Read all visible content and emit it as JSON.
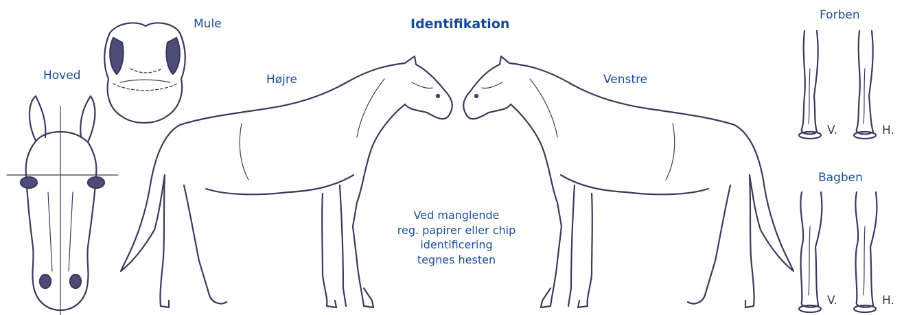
{
  "title": "Identifikation",
  "labels": {
    "head": "Hoved",
    "muzzle": "Mule",
    "right": "Højre",
    "left": "Venstre",
    "front_legs": "Forben",
    "hind_legs": "Bagben"
  },
  "leg_marks": {
    "front_left": "V.",
    "front_right": "H.",
    "hind_left": "V.",
    "hind_right": "H."
  },
  "note_lines": [
    "Ved manglende",
    "reg. papirer eller chip",
    "identificering",
    "tegnes hesten"
  ],
  "colors": {
    "label_blue": "#1a4f9c",
    "line_ink": "#3a3a5e"
  }
}
